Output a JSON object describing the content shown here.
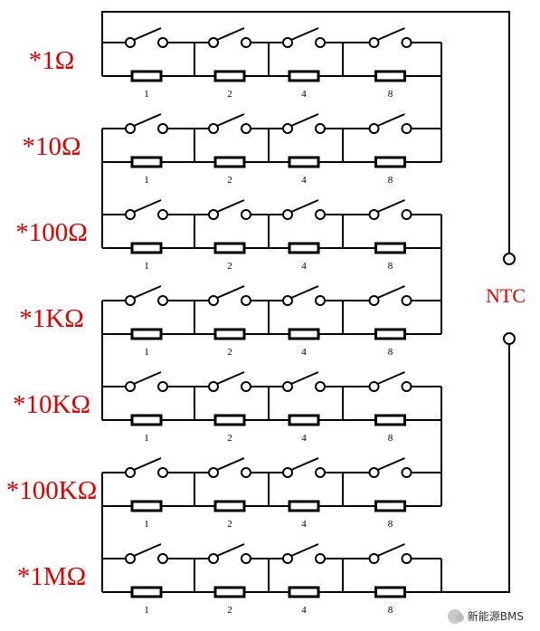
{
  "diagram": {
    "ntc_label": "NTC",
    "rows": [
      {
        "multiplier": "*1Ω",
        "weights": [
          "1",
          "2",
          "4",
          "8"
        ]
      },
      {
        "multiplier": "*10Ω",
        "weights": [
          "1",
          "2",
          "4",
          "8"
        ]
      },
      {
        "multiplier": "*100Ω",
        "weights": [
          "1",
          "2",
          "4",
          "8"
        ]
      },
      {
        "multiplier": "*1KΩ",
        "weights": [
          "1",
          "2",
          "4",
          "8"
        ]
      },
      {
        "multiplier": "*10KΩ",
        "weights": [
          "1",
          "2",
          "4",
          "8"
        ]
      },
      {
        "multiplier": "*100KΩ",
        "weights": [
          "1",
          "2",
          "4",
          "8"
        ]
      },
      {
        "multiplier": "*1MΩ",
        "weights": [
          "1",
          "2",
          "4",
          "8"
        ]
      }
    ],
    "colors": {
      "label": "#e00000",
      "line": "#000000"
    }
  },
  "watermark": {
    "text": "新能源BMS",
    "icon": "wechat-icon"
  }
}
